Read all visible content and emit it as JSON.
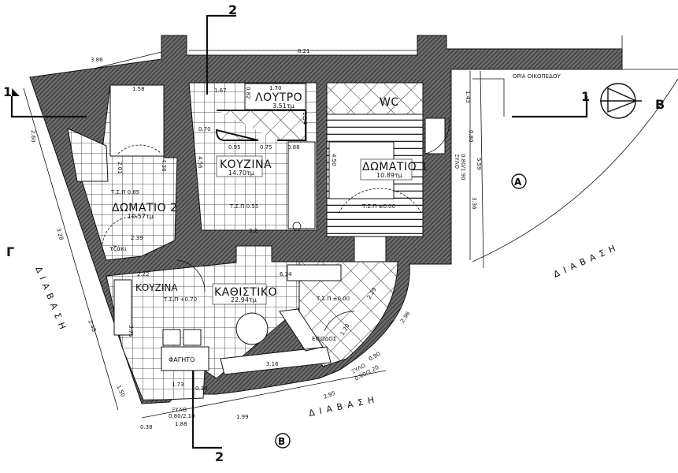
{
  "rooms": {
    "kitchen": {
      "name": "ΚΟΥΖΙΝΑ",
      "area": "14.70τμ",
      "level": "Τ.Σ.Π 0.55"
    },
    "bathroom": {
      "name": "ΛΟΥΤΡΟ",
      "area": "3.51τμ"
    },
    "wc": {
      "name": "WC"
    },
    "room1": {
      "name": "ΔΩΜΑΤΙΟ 1",
      "area": "10.89τμ",
      "level": "Τ.Σ.Π ±0.00"
    },
    "room2": {
      "name": "ΔΩΜΑΤΙΟ 2",
      "area": "10.57τμ",
      "level": "Τ.Σ.Π 0.85"
    },
    "kitchenette": {
      "name": "ΚΟΥΖΙΝΑ"
    },
    "living": {
      "name": "ΚΑΘΙΣΤΙΚΟ",
      "area": "22.94τμ",
      "level": "Τ.Σ.Π +0.70"
    },
    "dining": {
      "name": "ΦΑΓΗΤΟ"
    },
    "entrance": {
      "name": "ΕΙΣΟΔΟΣ",
      "level": "Τ.Σ.Π ±0.00"
    },
    "fireplace": {
      "name": "τζάκι"
    }
  },
  "annotations": {
    "plot_limits": "ΟΡΙΑ ΟΙΚΟΠΕΔΟΥ",
    "street": "ΔΙΑΒΑΣΗ",
    "door_wood_1": "ΞΥΛΟ",
    "door_wood_1_size": "0.80/2.10",
    "door_wood_2": "ΞΥΛΟ",
    "door_wood_2_size": "0.90/2.20",
    "window_wood": "ΞΥΛΟ",
    "window_wood_size": "0.80/1.90"
  },
  "markers": {
    "section_1": "1",
    "section_2": "2",
    "view_a": "Α",
    "view_b": "Β",
    "view_g": "Γ"
  },
  "dimensions": [
    "3.86",
    "8.21",
    "2.60",
    "3.28",
    "2.48",
    "1.50",
    "1.58",
    "1.70",
    "0.82",
    "1.67",
    "0.70",
    "0.95",
    "0.75",
    "0.88",
    "4.56",
    "3.2",
    "2.39",
    "2.22",
    "6.14",
    "3.75",
    "1.73",
    "0.30",
    "3.16",
    "2.95",
    "1.99",
    "1.88",
    "0.38",
    "1.20",
    "0.90",
    "2.29",
    "2.96",
    "1.43",
    "0.80",
    "5.59",
    "3.36",
    "4.50",
    "2.01",
    "4.36",
    "1.54"
  ]
}
